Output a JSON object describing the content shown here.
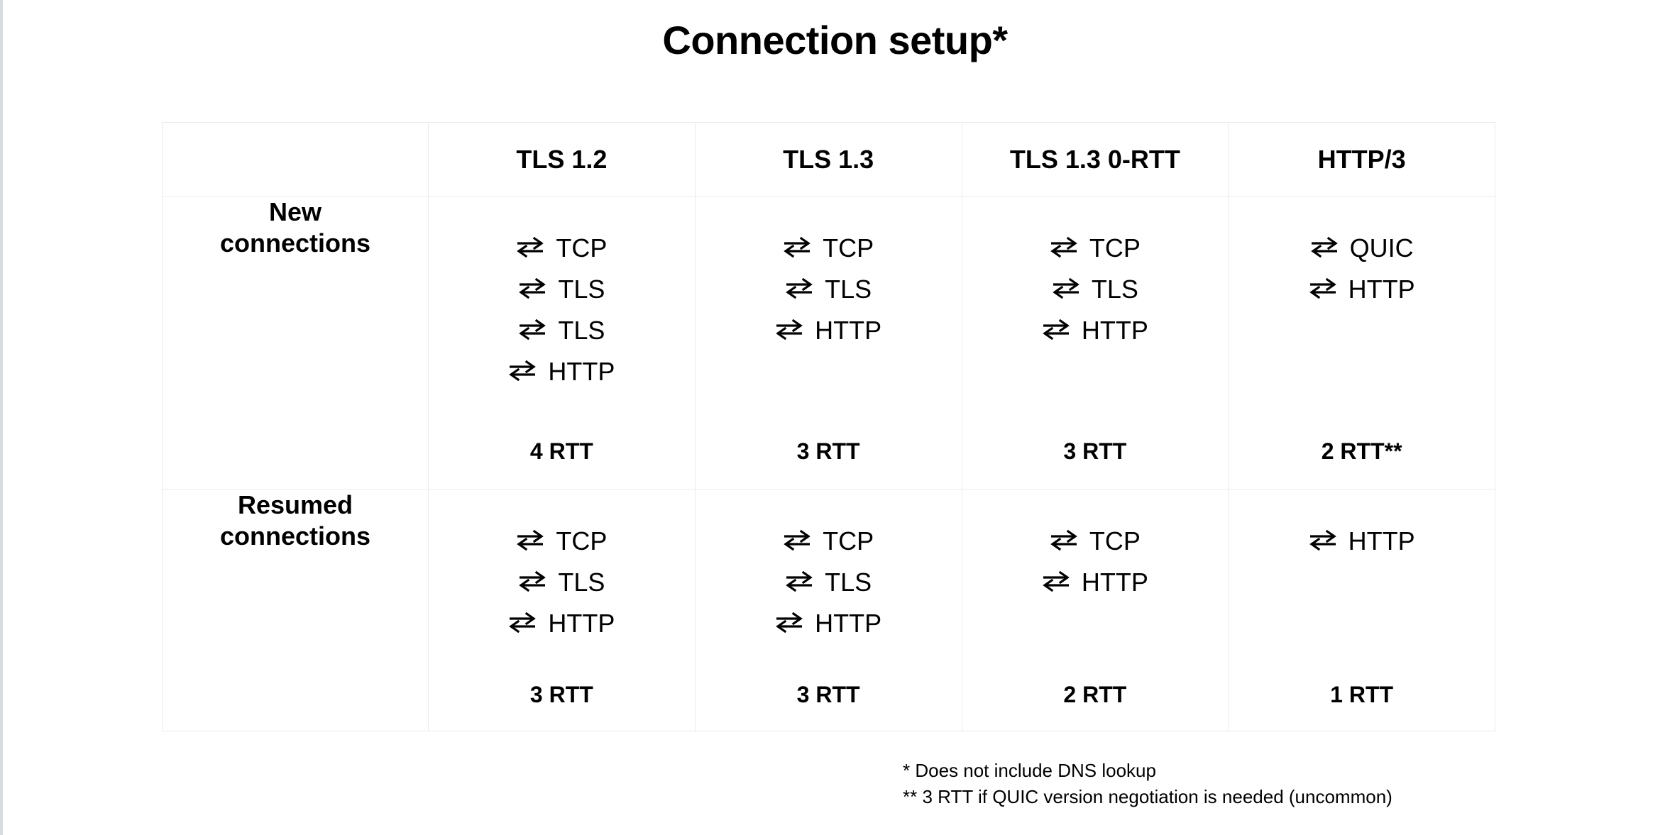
{
  "title": "Connection setup*",
  "icons": {
    "exchange_arrows": "exchange-arrows-icon"
  },
  "table": {
    "headers": [
      "",
      "TLS 1.2",
      "TLS 1.3",
      "TLS 1.3 0-RTT",
      "HTTP/3"
    ],
    "rows": [
      {
        "label": "New\nconnections",
        "cells": [
          {
            "steps": [
              "TCP",
              "TLS",
              "TLS",
              "HTTP"
            ],
            "rtt": "4 RTT"
          },
          {
            "steps": [
              "TCP",
              "TLS",
              "HTTP"
            ],
            "rtt": "3 RTT"
          },
          {
            "steps": [
              "TCP",
              "TLS",
              "HTTP"
            ],
            "rtt": "3 RTT"
          },
          {
            "steps": [
              "QUIC",
              "HTTP"
            ],
            "rtt": "2 RTT**"
          }
        ]
      },
      {
        "label": "Resumed\nconnections",
        "cells": [
          {
            "steps": [
              "TCP",
              "TLS",
              "HTTP"
            ],
            "rtt": "3 RTT"
          },
          {
            "steps": [
              "TCP",
              "TLS",
              "HTTP"
            ],
            "rtt": "3 RTT"
          },
          {
            "steps": [
              "TCP",
              "HTTP"
            ],
            "rtt": "2 RTT"
          },
          {
            "steps": [
              "HTTP"
            ],
            "rtt": "1 RTT"
          }
        ]
      }
    ]
  },
  "footnotes": [
    "* Does not include DNS lookup",
    "** 3 RTT if QUIC version negotiation is needed (uncommon)"
  ],
  "colors": {
    "background": "#ffffff",
    "text": "#000000",
    "table_border": "#ebebeb",
    "slide_edge": "#d9dcdf"
  }
}
